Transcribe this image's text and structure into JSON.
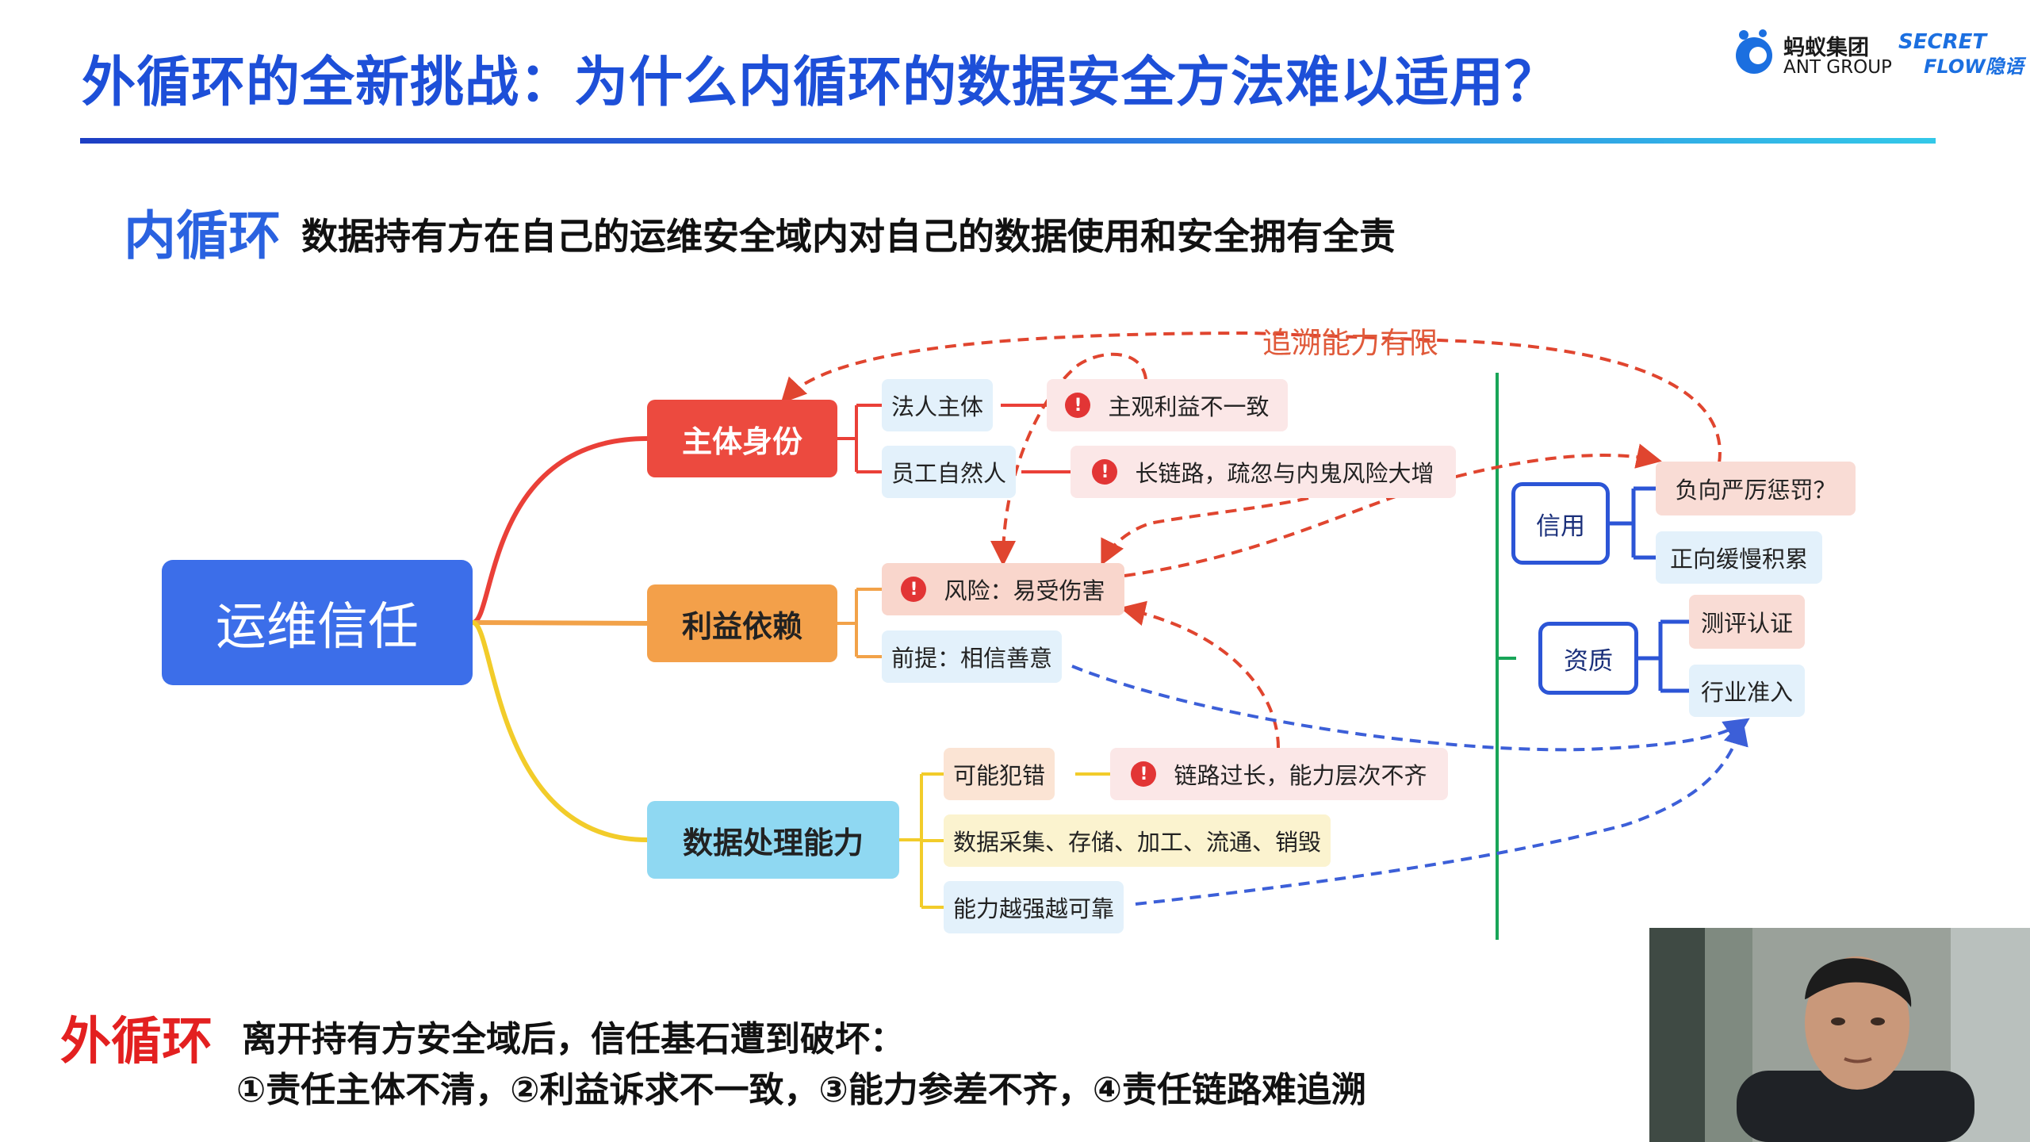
{
  "title": "外循环的全新挑战：为什么内循环的数据安全方法难以适用？",
  "logos": {
    "ant_cn": "蚂蚁集团",
    "ant_en": "ANT GROUP",
    "secretflow_line1": "SECRET",
    "secretflow_line2": "FLOW隐语",
    "brand_color": "#1b6fe0"
  },
  "inner_loop": {
    "label": "内循环",
    "description": "数据持有方在自己的运维安全域内对自己的数据使用和安全拥有全责"
  },
  "mindmap": {
    "root": "运维信任",
    "branches": [
      {
        "label": "主体身份",
        "color": "#ec4a3f",
        "leaves": [
          {
            "label": "法人主体",
            "issue": "主观利益不一致"
          },
          {
            "label": "员工自然人",
            "issue": "长链路，疏忽与内鬼风险大增"
          }
        ]
      },
      {
        "label": "利益依赖",
        "color": "#f3a04a",
        "leaves": [
          {
            "label": "风险：易受伤害"
          },
          {
            "label": "前提：相信善意"
          }
        ]
      },
      {
        "label": "数据处理能力",
        "color": "#8fd8f2",
        "leaves": [
          {
            "label": "可能犯错",
            "issue": "链路过长，能力层次不齐"
          },
          {
            "label": "数据采集、存储、加工、流通、销毁"
          },
          {
            "label": "能力越强越可靠"
          }
        ]
      }
    ],
    "trace_label": "追溯能力有限",
    "right": {
      "credit": {
        "label": "信用",
        "children": [
          "负向严厉惩罚？",
          "正向缓慢积累"
        ]
      },
      "qualification": {
        "label": "资质",
        "children": [
          "测评认证",
          "行业准入"
        ]
      }
    }
  },
  "outer_loop": {
    "label": "外循环",
    "line1": "离开持有方安全域后，信任基石遭到破坏：",
    "line2": "①责任主体不清，②利益诉求不一致，③能力参差不齐，④责任链路难追溯"
  }
}
